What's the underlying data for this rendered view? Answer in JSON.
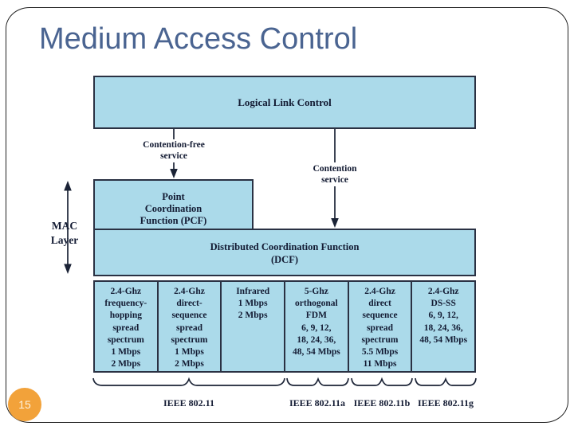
{
  "slide": {
    "title": "Medium Access Control",
    "page_number": "15"
  },
  "colors": {
    "title_text": "#4a6491",
    "box_fill": "#abdaea",
    "diagram_ink": "#2a3143",
    "text_ink": "#131b33",
    "badge_bg": "#f2a23a",
    "badge_text": "#fdf3e0",
    "frame_border": "#222222"
  },
  "diagram": {
    "llc": {
      "label": "Logical Link Control"
    },
    "services": [
      {
        "label": "Contention-free\nservice"
      },
      {
        "label": "Contention\nservice"
      }
    ],
    "pcf": {
      "label": "Point\nCoordination\nFunction (PCF)"
    },
    "dcf": {
      "label": "Distributed Coordination Function\n(DCF)"
    },
    "mac_layer": {
      "label": "MAC\nLayer"
    },
    "phy_boxes": [
      {
        "label": "2.4-Ghz\nfrequency-\nhopping\nspread\nspectrum\n1 Mbps\n2 Mbps"
      },
      {
        "label": "2.4-Ghz\ndirect-\nsequence\nspread\nspectrum\n1 Mbps\n2 Mbps"
      },
      {
        "label": "Infrared\n1 Mbps\n2 Mbps"
      },
      {
        "label": "5-Ghz\northogonal\nFDM\n6, 9, 12,\n18, 24, 36,\n48, 54 Mbps"
      },
      {
        "label": "2.4-Ghz\ndirect\nsequence\nspread\nspectrum\n5.5 Mbps\n11 Mbps"
      },
      {
        "label": "2.4-Ghz\nDS-SS\n6, 9, 12,\n18, 24, 36,\n48, 54 Mbps"
      }
    ],
    "ieee_labels": [
      {
        "label": "IEEE 802.11"
      },
      {
        "label": "IEEE 802.11a"
      },
      {
        "label": "IEEE 802.11b"
      },
      {
        "label": "IEEE 802.11g"
      }
    ]
  }
}
